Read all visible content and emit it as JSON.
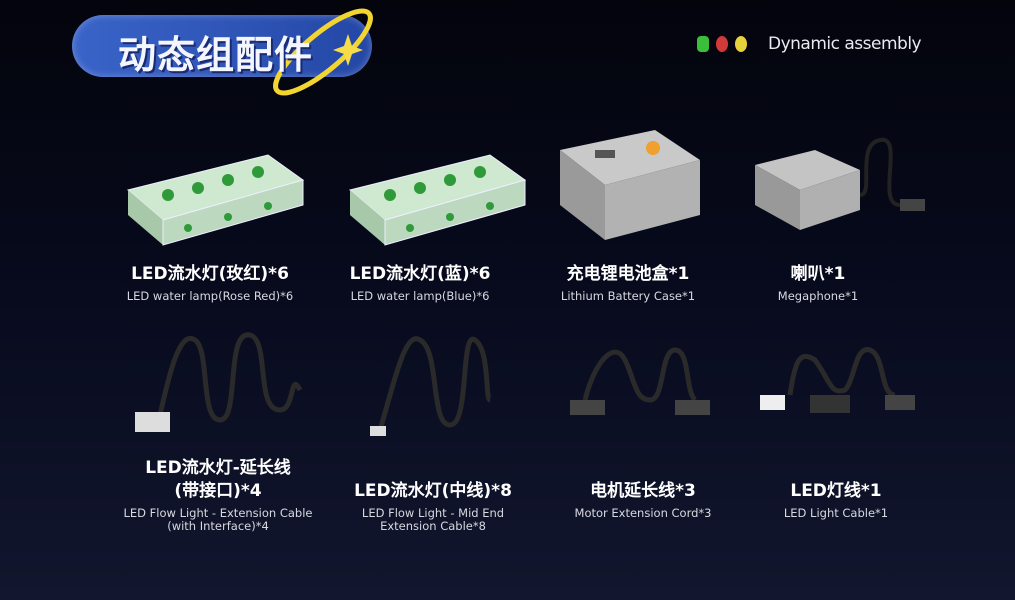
{
  "header": {
    "title": "动态组配件",
    "legend_text": "Dynamic assembly",
    "legend_icons": [
      "green-block-icon",
      "red-apple-icon",
      "yellow-android-icon"
    ],
    "colors": {
      "badge": "#2f55b8",
      "ring": "#f3d531",
      "background": "#070a1c"
    }
  },
  "items": [
    {
      "title": "LED流水灯(玫红)*6",
      "subtitle": "LED water lamp(Rose Red)*6",
      "icon": "led-water-lamp-image"
    },
    {
      "title": "LED流水灯(蓝)*6",
      "subtitle": "LED water lamp(Blue)*6",
      "icon": "led-water-lamp-image"
    },
    {
      "title": "充电锂电池盒*1",
      "subtitle": "Lithium Battery Case*1",
      "icon": "battery-box-image"
    },
    {
      "title": "喇叭*1",
      "subtitle": "Megaphone*1",
      "icon": "speaker-image"
    },
    {
      "title": "LED流水灯-延长线",
      "title2": "(带接口)*4",
      "subtitle": "LED Flow Light - Extension Cable",
      "subtitle2": "(with Interface)*4",
      "icon": "extension-cable-image"
    },
    {
      "title": "LED流水灯(中线)*8",
      "subtitle": "LED Flow Light - Mid End",
      "subtitle2": "Extension Cable*8",
      "icon": "mid-cable-image"
    },
    {
      "title": "电机延长线*3",
      "subtitle": "Motor Extension Cord*3",
      "icon": "motor-cable-image"
    },
    {
      "title": "LED灯线*1",
      "subtitle": "LED Light Cable*1",
      "icon": "led-light-cable-image"
    }
  ]
}
